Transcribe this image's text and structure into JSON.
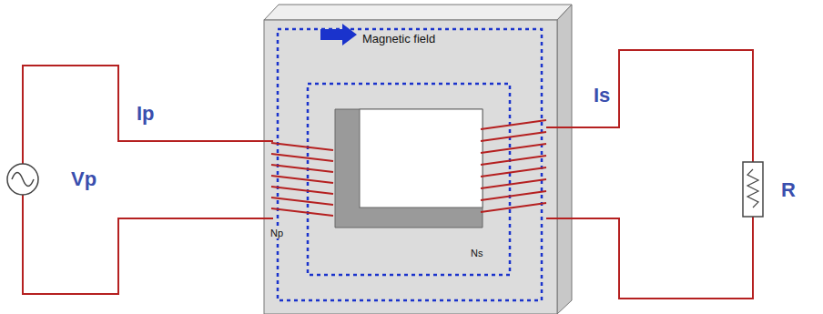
{
  "diagram": {
    "labels": [
      "Magnetic field",
      "Ip",
      "Is",
      "Vp",
      "R",
      "Np",
      "Ns"
    ]
  }
}
